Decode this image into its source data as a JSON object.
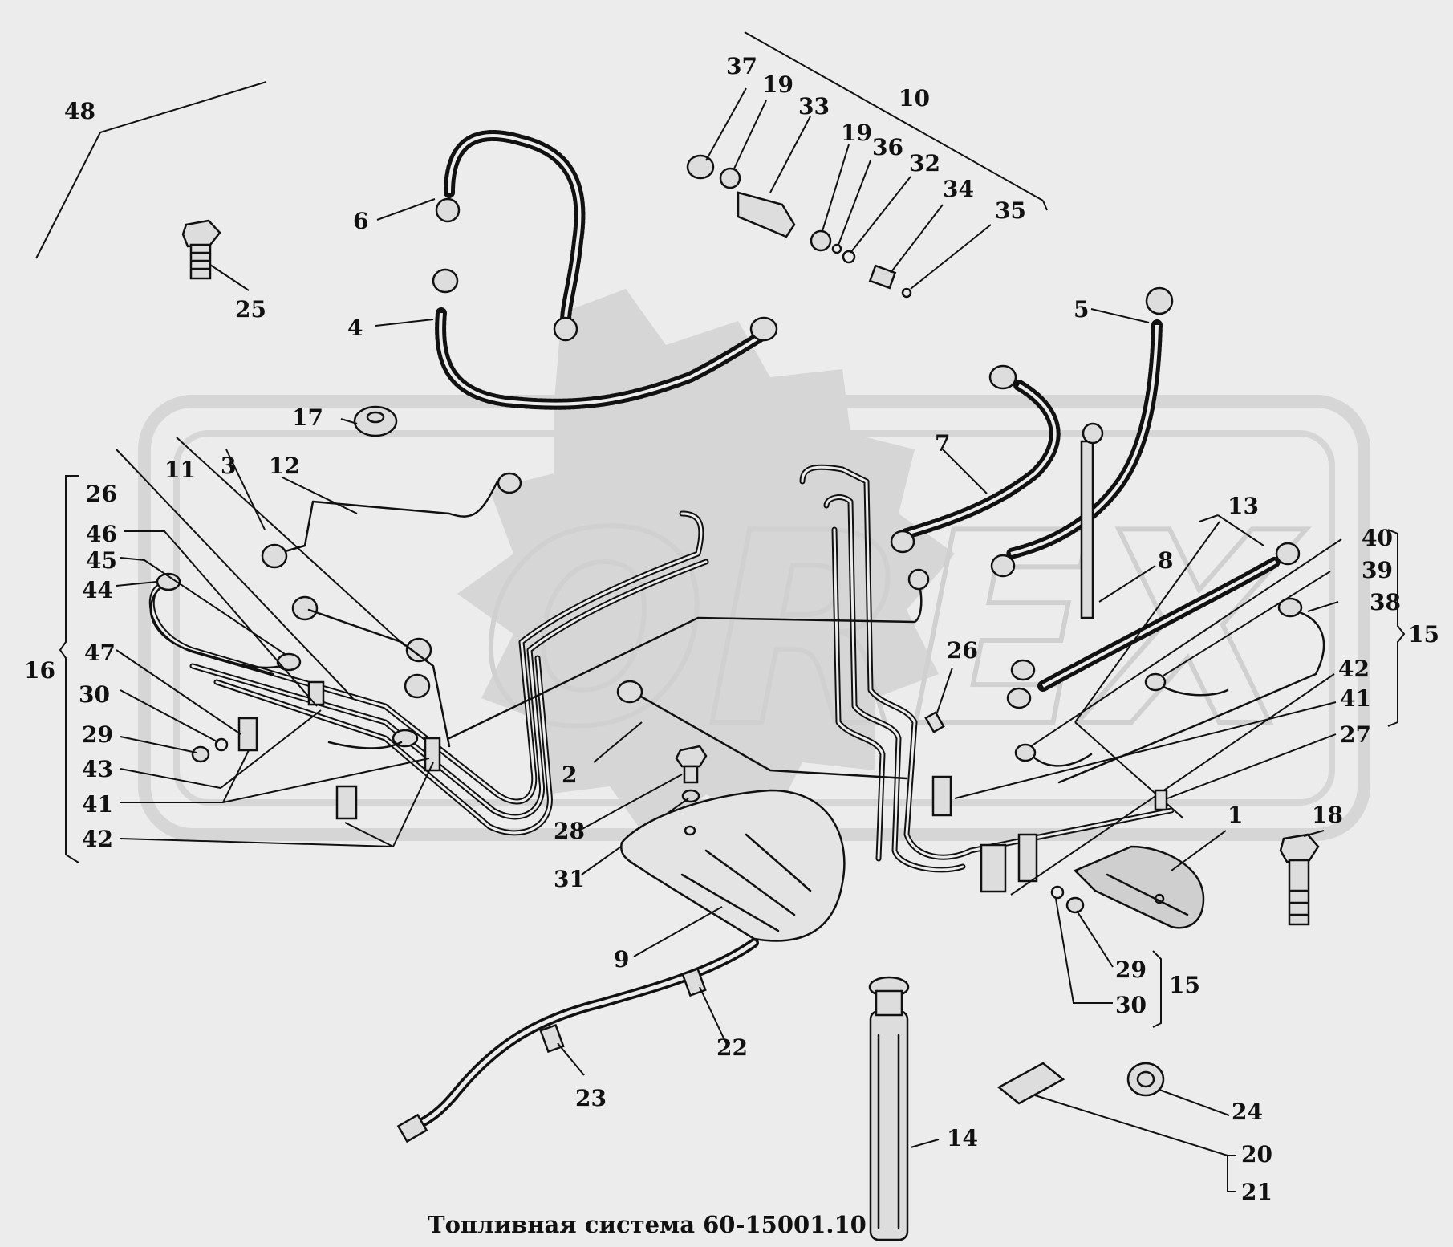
{
  "title": "Топливная система 60-15001.10",
  "watermark": "OREX",
  "labels": {
    "l1": "1",
    "l2": "2",
    "l3": "3",
    "l4": "4",
    "l5": "5",
    "l6": "6",
    "l7": "7",
    "l8": "8",
    "l9": "9",
    "l10": "10",
    "l11": "11",
    "l12": "12",
    "l13": "13",
    "l14": "14",
    "l15a": "15",
    "l15b": "15",
    "l16": "16",
    "l17": "17",
    "l18": "18",
    "l19a": "19",
    "l19b": "19",
    "l20": "20",
    "l21": "21",
    "l22": "22",
    "l23": "23",
    "l24": "24",
    "l25": "25",
    "l26a": "26",
    "l26b": "26",
    "l27": "27",
    "l28": "28",
    "l29a": "29",
    "l29b": "29",
    "l30a": "30",
    "l30b": "30",
    "l31": "31",
    "l32": "32",
    "l33": "33",
    "l34": "34",
    "l35": "35",
    "l36": "36",
    "l37": "37",
    "l38": "38",
    "l39": "39",
    "l40": "40",
    "l41a": "41",
    "l41b": "41",
    "l42a": "42",
    "l42b": "42",
    "l43": "43",
    "l44": "44",
    "l45": "45",
    "l46": "46",
    "l47": "47",
    "l48": "48"
  }
}
